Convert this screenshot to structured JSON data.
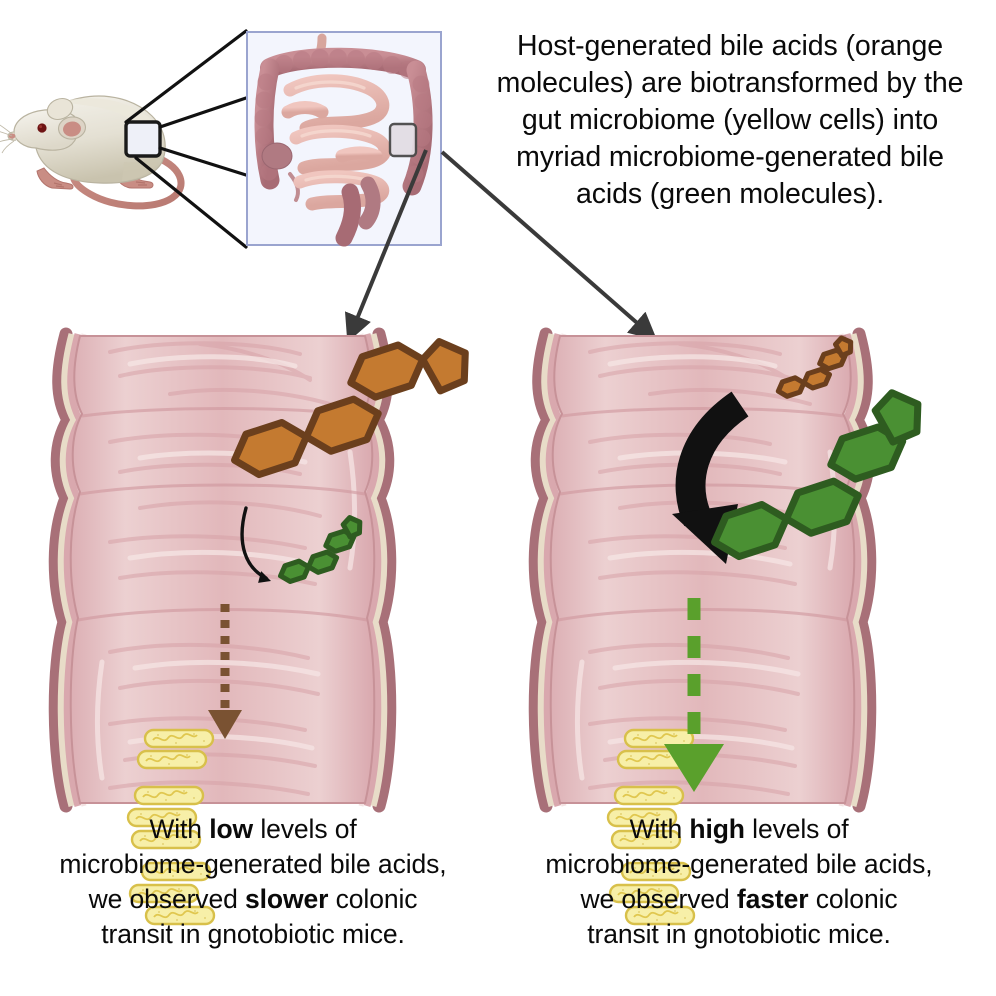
{
  "figure": {
    "type": "graphical-abstract",
    "subject": "gut microbiome bile acid biotransformation and colonic transit",
    "background_color": "#ffffff"
  },
  "top_caption": {
    "text": "Host-generated bile acids (orange molecules) are biotransformed by the gut microbiome (yellow cells) into myriad microbiome-generated bile acids (green molecules).",
    "lines": [
      "Host-generated bile acids (orange",
      "molecules) are biotransformed by the",
      "gut microbiome (yellow cells) into",
      "myriad microbiome-generated bile",
      "acids (green molecules)."
    ]
  },
  "panels": {
    "left": {
      "condition": "low",
      "transit_speed": "slower",
      "arrow_color": "#7a5232",
      "arrow_style": "dashed-small",
      "host_molecule_size": "large",
      "microbial_molecule_size": "small",
      "conversion_arrow": "thin-curved",
      "caption_lines": [
        "With low levels of",
        "microbiome-generated bile acids,",
        "we observed slower colonic",
        "transit in gnotobiotic mice."
      ],
      "caption_html": "With <b>low</b> levels of microbiome-generated bile acids, we observed <b>slower</b> colonic transit in gnotobiotic mice."
    },
    "right": {
      "condition": "high",
      "transit_speed": "faster",
      "arrow_color": "#5aa02c",
      "arrow_style": "dashed-large",
      "host_molecule_size": "small",
      "microbial_molecule_size": "large",
      "conversion_arrow": "thick-curved",
      "caption_lines": [
        "With high levels of",
        "microbiome-generated bile acids,",
        "we observed faster colonic",
        "transit in gnotobiotic mice."
      ],
      "caption_html": "With <b>high</b> levels of microbiome-generated bile acids, we observed <b>faster</b> colonic transit in gnotobiotic mice."
    }
  },
  "legend_colors": {
    "host_bile_acid_orange_fill": "#c47a30",
    "host_bile_acid_orange_stroke": "#6b3f1d",
    "microbiome_bile_acid_green_fill": "#4a9033",
    "microbiome_bile_acid_green_stroke": "#2e5c20",
    "bacteria_fill": "#f7efa8",
    "bacteria_stroke": "#d8c04a",
    "colon_lumen": "#e2b8bb",
    "colon_muscle": "#a87078",
    "colon_serosa": "#e8dcc8",
    "inset_border": "#9aa4cf",
    "inset_background": "#f3f5fd",
    "connector_line": "#111111",
    "pointer_arrow": "#3a3a3a"
  },
  "illustration_labels": {
    "mouse": "laboratory mouse",
    "mouse_highlight": "abdomen region of interest",
    "intestines": "mouse gastrointestinal tract",
    "intestine_highlight": "colon region of interest",
    "colon_left": "colon cross-section, low microbial bile acids",
    "colon_right": "colon cross-section, high microbial bile acids",
    "bacteria_count_left": 8,
    "bacteria_count_right": 8
  }
}
